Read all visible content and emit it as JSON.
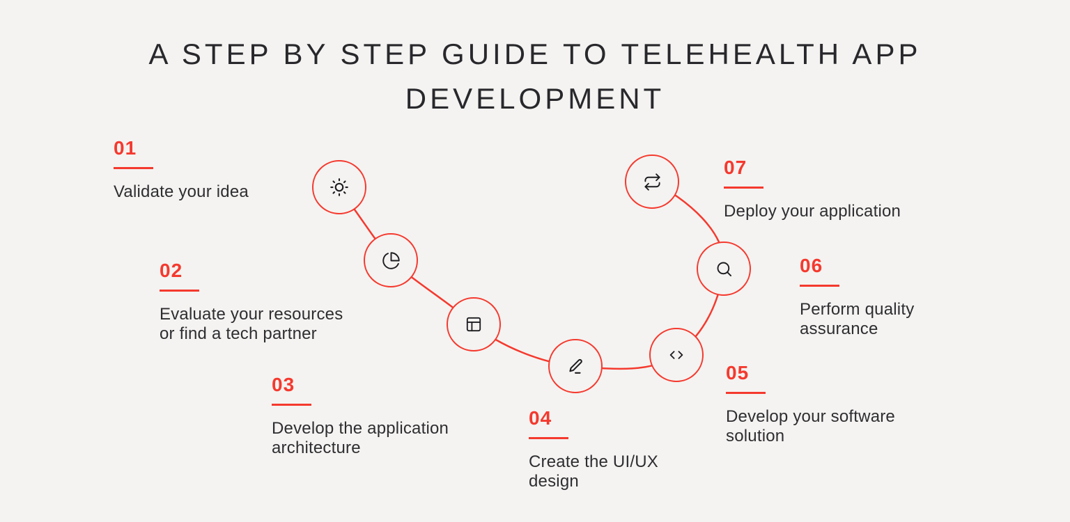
{
  "title": {
    "line1": "A STEP BY STEP GUIDE TO TELEHEALTH APP",
    "line2": "DEVELOPMENT"
  },
  "colors": {
    "accent": "#F5392E",
    "background": "#F4F3F1",
    "label_text": "#2E2E31",
    "icon_stroke": "#1D1D21"
  },
  "steps": [
    {
      "number": "01",
      "icon": "sun-icon",
      "label_line1": "Validate your idea",
      "label_line2": ""
    },
    {
      "number": "02",
      "icon": "pie-chart-icon",
      "label_line1": "Evaluate your resources",
      "label_line2": "or find a tech partner"
    },
    {
      "number": "03",
      "icon": "layout-icon",
      "label_line1": "Develop the application",
      "label_line2": "architecture"
    },
    {
      "number": "04",
      "icon": "pen-icon",
      "label_line1": "Create the UI/UX",
      "label_line2": "design"
    },
    {
      "number": "05",
      "icon": "code-icon",
      "label_line1": "Develop your software",
      "label_line2": "solution"
    },
    {
      "number": "06",
      "icon": "search-icon",
      "label_line1": "Perform quality",
      "label_line2": "assurance"
    },
    {
      "number": "07",
      "icon": "repeat-icon",
      "label_line1": "Deploy your application",
      "label_line2": ""
    }
  ]
}
